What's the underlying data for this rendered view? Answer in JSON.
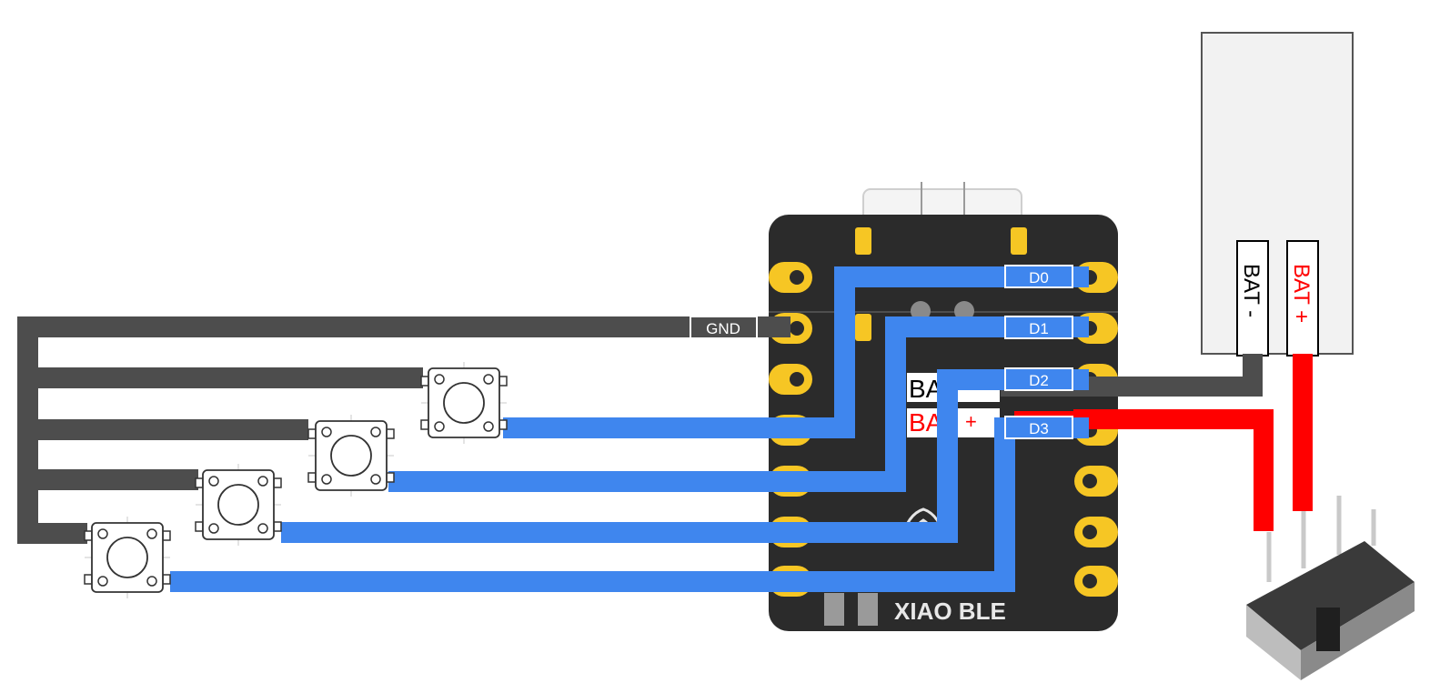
{
  "colors": {
    "ground_wire": "#4d4d4d",
    "signal_wire": "#3f86ee",
    "power_wire": "#ff0000",
    "board": "#2b2b2b",
    "pad": "#f6c624",
    "battery": "#f2f2f2"
  },
  "board": {
    "name": "XIAO BLE",
    "partial_label": "BA"
  },
  "pins": {
    "gnd": "GND",
    "d0": "D0",
    "d1": "D1",
    "d2": "D2",
    "d3": "D3"
  },
  "battery": {
    "minus_label": "BAT -",
    "plus_label": "BAT +"
  },
  "components": {
    "buttons": 4,
    "switch": "slide-switch"
  }
}
